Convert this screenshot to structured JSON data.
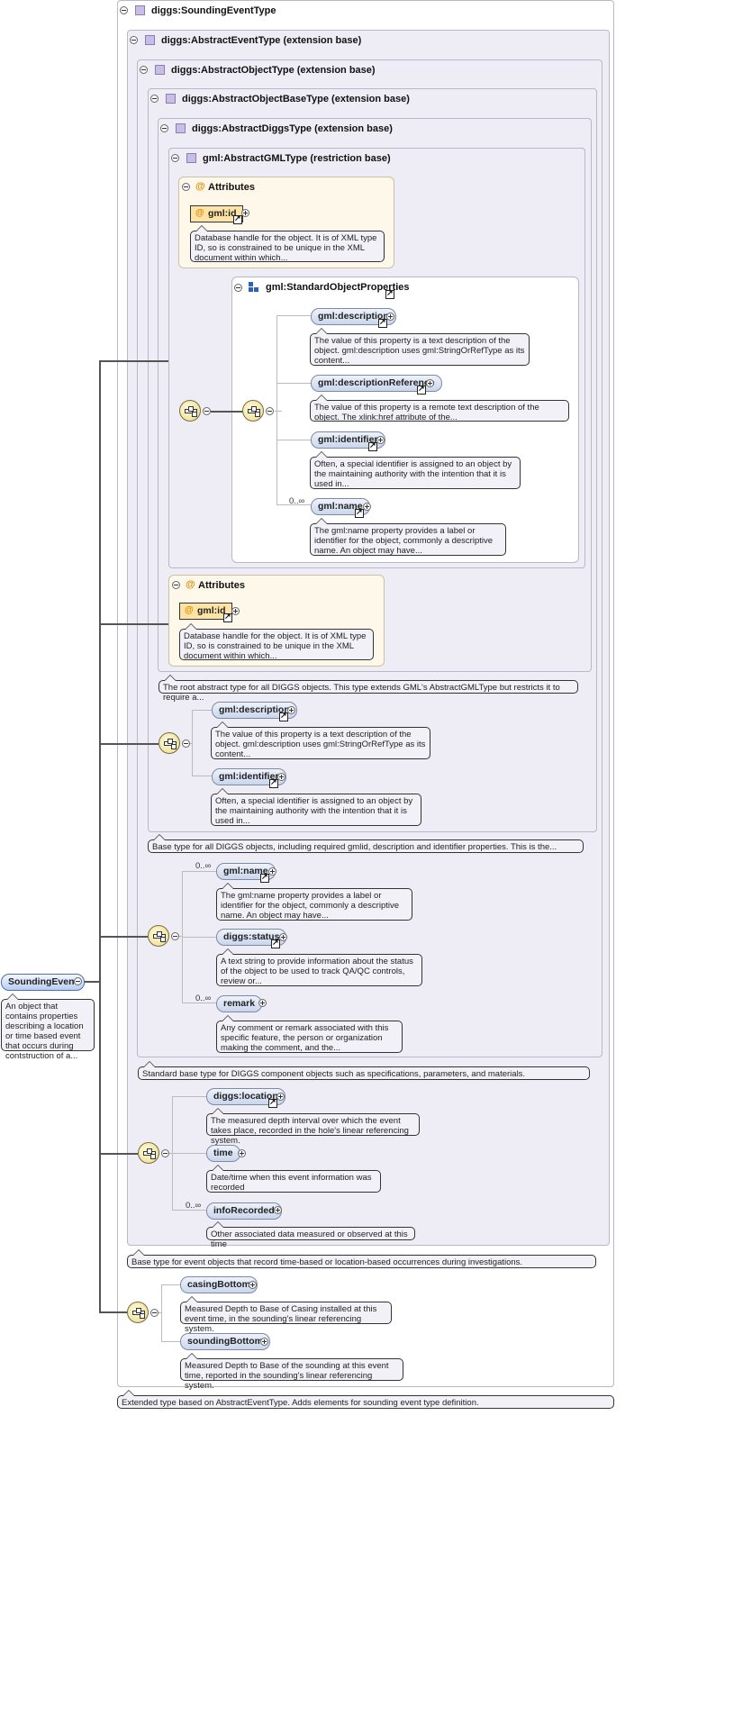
{
  "root": {
    "name": "SoundingEvent",
    "desc": "An object that contains properties describing a location or time based event that occurs during contstruction of a..."
  },
  "types": {
    "t0": "diggs:SoundingEventType",
    "t1": "diggs:AbstractEventType (extension base)",
    "t2": "diggs:AbstractObjectType (extension base)",
    "t3": "diggs:AbstractObjectBaseType (extension base)",
    "t4": "diggs:AbstractDiggsType (extension base)",
    "t5": "gml:AbstractGMLType (restriction base)"
  },
  "attributes_label": "Attributes",
  "gml_id": {
    "name": "gml:id",
    "desc": "Database handle for the object. It is of XML type ID, so is constrained to be unique in the XML document within which..."
  },
  "std_props": "gml:StandardObjectProperties",
  "elements": {
    "description": {
      "name": "gml:description",
      "desc": "The value of this property is a text description of the object. gml:description uses gml:StringOrRefType as its content..."
    },
    "descriptionReference": {
      "name": "gml:descriptionReference",
      "desc": "The value of this property is a remote text description of the object. The xlink:href attribute of the..."
    },
    "identifier": {
      "name": "gml:identifier",
      "desc": "Often, a special identifier is assigned to an object by the maintaining authority with the intention that it is used in..."
    },
    "name": {
      "name": "gml:name",
      "desc": "The gml:name property provides a label or identifier for the object, commonly a descriptive name. An object may have..."
    },
    "status": {
      "name": "diggs:status",
      "desc": "A text string to provide information about the status of the object to be used to track QA/QC controls, review or..."
    },
    "remark": {
      "name": "remark",
      "desc": "Any comment or remark associated with this specific feature, the person or organization making the comment, and the..."
    },
    "location": {
      "name": "diggs:location",
      "desc": "The measured depth interval over which the event takes place, recorded in the hole's linear referencing system."
    },
    "time": {
      "name": "time",
      "desc": "Date/time when this event information was recorded"
    },
    "infoRecorded": {
      "name": "infoRecorded",
      "desc": "Other associated data measured or observed at this time"
    },
    "casingBottom": {
      "name": "casingBottom",
      "desc": "Measured Depth to Base of Casing installed at this event time, in the sounding's linear referencing system."
    },
    "soundingBottom": {
      "name": "soundingBottom",
      "desc": "Measured Depth to Base of the sounding at this event time, reported in the sounding's linear referencing system."
    }
  },
  "cardinality": "0..∞",
  "notes": {
    "n4": "The root abstract type for all DIGGS objects. This type extends GML's AbstractGMLType but restricts it to require a...",
    "n3": "Base type for all DIGGS objects, including required gmlid, description and identifier properties. This is the...",
    "n2": "Standard base type for DIGGS component objects such as specifications, parameters, and materials.",
    "n1": "Base type for event objects that record time-based or location-based occurrences during investigations.",
    "n0": "Extended type based on AbstractEventType. Adds elements for sounding event type definition."
  }
}
